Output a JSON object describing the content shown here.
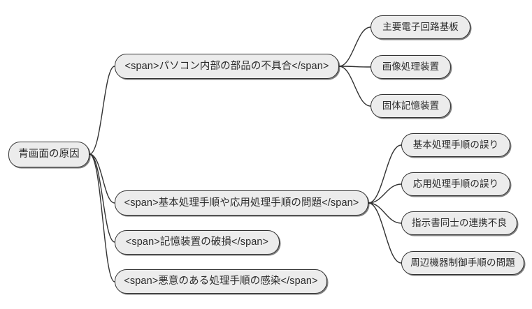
{
  "diagram": {
    "type": "mindmap",
    "title": "青画面の原因",
    "background_color": "#ffffff",
    "node_fill": "#ececec",
    "node_stroke": "#333333",
    "text_color": "#2b2b2b",
    "edge_color": "#333333",
    "root": {
      "label": "青画面の原因"
    },
    "branches": [
      {
        "label": "<span>パソコン内部の部品の不具合</span>",
        "children": [
          {
            "label": "主要電子回路基板"
          },
          {
            "label": "画像処理装置"
          },
          {
            "label": "固体記憶装置"
          }
        ]
      },
      {
        "label": "<span>基本処理手順や応用処理手順の問題</span>",
        "children": [
          {
            "label": "基本処理手順の誤り"
          },
          {
            "label": "応用処理手順の誤り"
          },
          {
            "label": "指示書同士の連携不良"
          },
          {
            "label": "周辺機器制御手順の問題"
          }
        ]
      },
      {
        "label": "<span>記憶装置の破損</span>",
        "children": []
      },
      {
        "label": "<span>悪意のある処理手順の感染</span>",
        "children": []
      }
    ]
  }
}
